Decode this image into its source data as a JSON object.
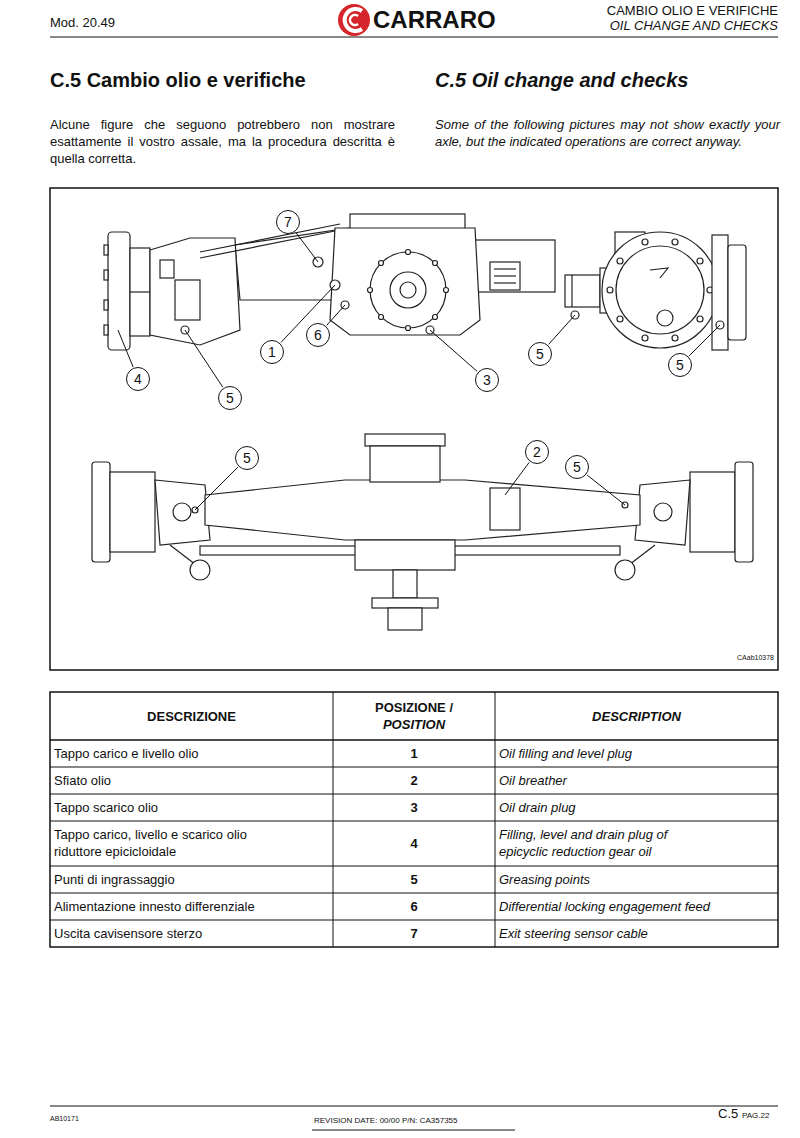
{
  "diagram": {
    "title": "C.5 Cambio olio e verifiche",
    "nodes": [
      {
        "text": [
          "7"
        ]
      },
      {
        "text": [
          "6"
        ]
      },
      {
        "text": [
          "1"
        ]
      },
      {
        "text": [
          "5"
        ]
      },
      {
        "text": [
          "5"
        ]
      },
      {
        "text": [
          "4"
        ]
      },
      {
        "text": [
          "3"
        ]
      },
      {
        "text": [
          "5"
        ]
      },
      {
        "text": [
          "2"
        ]
      },
      {
        "text": [
          "5"
        ]
      },
      {
        "text": [
          "5"
        ]
      }
    ],
    "edges": [],
    "labels": [
      "Mod. 20.49",
      "CARRARO",
      "CAMBIO OLIO E VERIFICHE",
      "OIL CHANGE AND CHECKS",
      "C.5 Oil change and checks",
      "Alcune figure che seguono potrebbero non mostrare esattamente il vostro assale, ma la procedura descritta è quella corretta.",
      "Some of the following pictures may not show exactly your axle, but the indicated operations are correct anyway.",
      "CAab10378",
      "DESCRIZIONE",
      "POSIZIONE /",
      "POSITION",
      "DESCRIPTION",
      "Tappo carico e livello olio",
      "1",
      "Oil filling and level plug",
      "Sfiato olio",
      "2",
      "Oil breather",
      "Tappo scarico olio",
      "3",
      "Oil drain plug",
      "Tappo carico, livello e scarico olio riduttore epicicloidale",
      "4",
      "Filling, level and drain plug of epicyclic reduction gear oil",
      "Punti di ingrassaggio",
      "5",
      "Greasing points",
      "Alimentazione innesto differenziale",
      "6",
      "Differential locking engagement feed",
      "Uscita cavisensore sterzo",
      "7",
      "Exit steering sensor cable",
      "AB10171",
      "REVISION DATE: 00/00 P/N: CA357355",
      "C.5",
      "PAG.22"
    ]
  }
}
